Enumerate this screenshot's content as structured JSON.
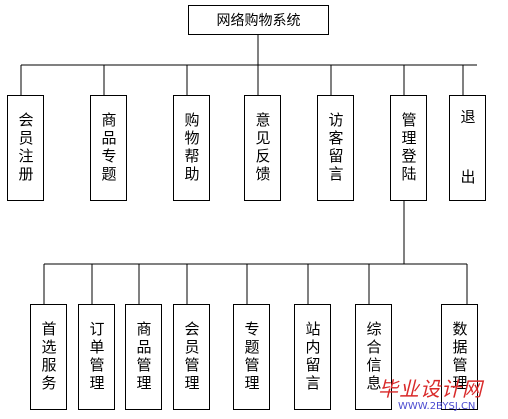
{
  "diagram": {
    "root": "网络购物系统",
    "level1": [
      {
        "label": "会员注册"
      },
      {
        "label": "商品专题"
      },
      {
        "label": "购物帮助"
      },
      {
        "label": "意见反馈"
      },
      {
        "label": "访客留言"
      },
      {
        "label": "管理登陆"
      },
      {
        "label": "退  出"
      }
    ],
    "level2_parent": "管理登陆",
    "level2": [
      {
        "label": "首选服务"
      },
      {
        "label": "订单管理"
      },
      {
        "label": "商品管理"
      },
      {
        "label": "会员管理"
      },
      {
        "label": "专题管理"
      },
      {
        "label": "站内留言"
      },
      {
        "label": "综合信息"
      },
      {
        "label": "数据管理"
      }
    ]
  },
  "watermark": {
    "text": "毕业设计网",
    "url": "WWW.2BYSJ.CN"
  }
}
